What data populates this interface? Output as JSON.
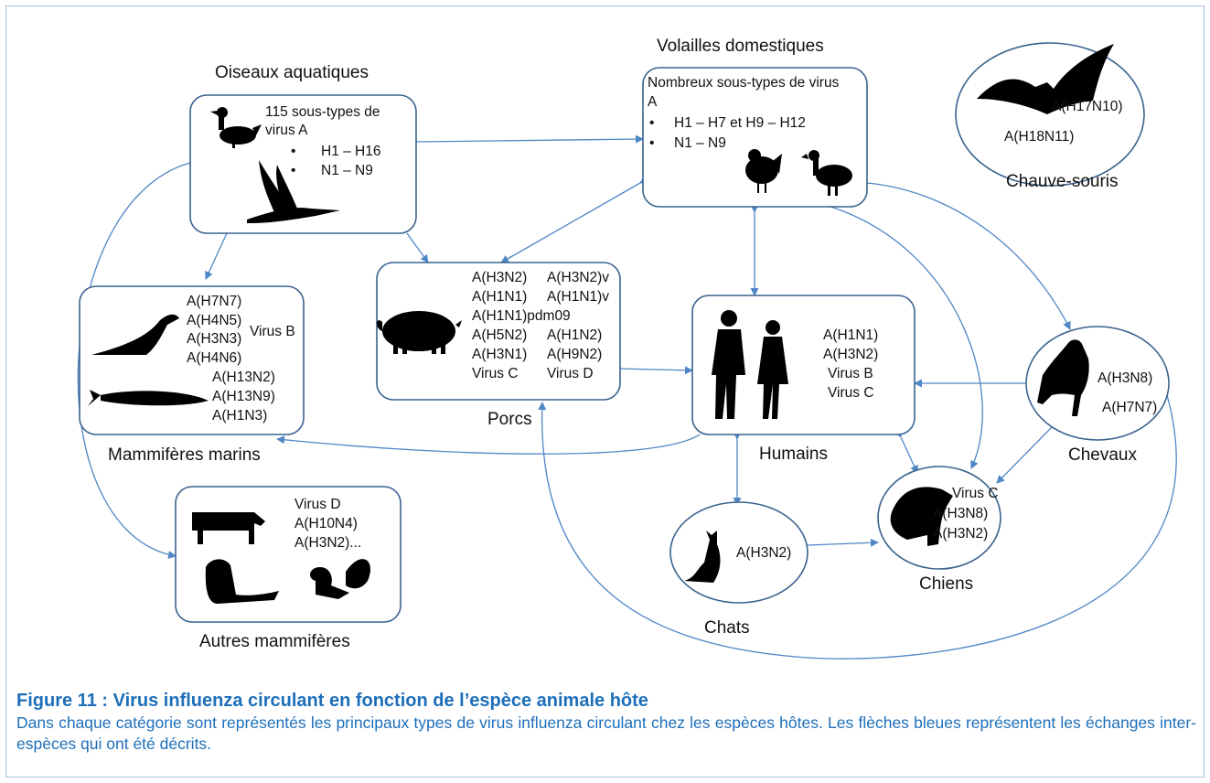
{
  "colors": {
    "box_stroke": "#3a628e",
    "arrow": "#4f86c6",
    "caption": "#1d6fba",
    "frame": "#a9bfe0"
  },
  "nodes": {
    "oiseaux": {
      "label": "Oiseaux aquatiques",
      "lines": [
        "115 sous-types de",
        "virus A",
        "H1 – H16",
        "N1 – N9"
      ],
      "bullet": "•"
    },
    "volailles": {
      "label": "Volailles domestiques",
      "lines": [
        "Nombreux sous-types de virus",
        "A",
        "H1 – H7 et H9 – H12",
        "N1 – N9"
      ],
      "bullet": "•"
    },
    "chauve": {
      "label": "Chauve-souris",
      "lines": [
        "A(H17N10)",
        "A(H18N11)"
      ]
    },
    "marins": {
      "label": "Mammifères marins",
      "lines": [
        "A(H7N7)",
        "A(H4N5)",
        "A(H3N3)",
        "A(H4N6)",
        "Virus B",
        "A(H13N2)",
        "A(H13N9)",
        "A(H1N3)"
      ]
    },
    "porcs": {
      "label": "Porcs",
      "lines": [
        "A(H3N2)",
        "A(H3N2)v",
        "A(H1N1)",
        "A(H1N1)v",
        "A(H1N1)pdm09",
        "A(H5N2)",
        "A(H1N2)",
        "A(H3N1)",
        "A(H9N2)",
        "Virus C",
        "Virus D"
      ]
    },
    "humains": {
      "label": "Humains",
      "lines": [
        "A(H1N1)",
        "A(H3N2)",
        "Virus B",
        "Virus C"
      ]
    },
    "chevaux": {
      "label": "Chevaux",
      "lines": [
        "A(H3N8)",
        "A(H7N7)"
      ]
    },
    "autres": {
      "label": "Autres mammifères",
      "lines": [
        "Virus D",
        "A(H10N4)",
        "A(H3N2)..."
      ]
    },
    "chats": {
      "label": "Chats",
      "lines": [
        "A(H3N2)"
      ]
    },
    "chiens": {
      "label": "Chiens",
      "lines": [
        "Virus C",
        "A(H3N8)",
        "A(H3N2)"
      ]
    }
  },
  "caption": {
    "title": "Figure 11 : Virus influenza circulant en fonction de l’espèce animale hôte",
    "text": "Dans chaque catégorie sont représentés les principaux types de virus influenza circulant chez les espèces hôtes. Les flèches bleues représentent les échanges inter-espèces qui ont été décrits."
  }
}
